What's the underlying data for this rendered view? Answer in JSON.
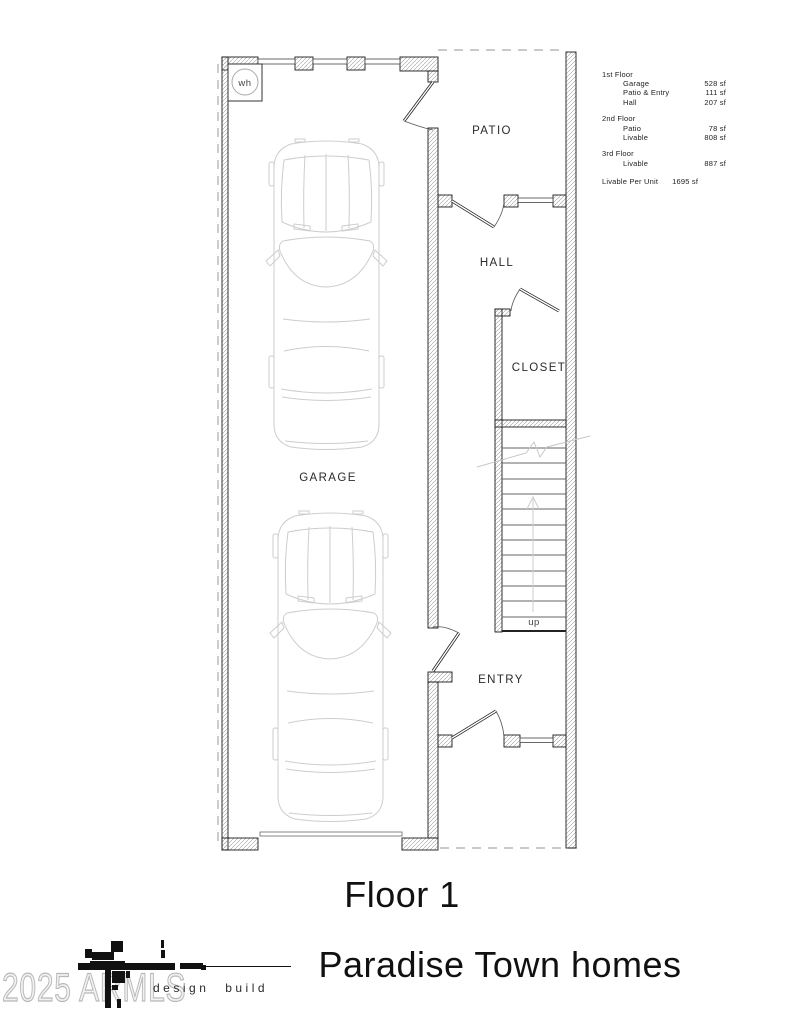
{
  "plan": {
    "rooms": {
      "garage": "GARAGE",
      "patio": "PATIO",
      "hall": "HALL",
      "closet": "CLOSET",
      "entry": "ENTRY"
    },
    "stairs_label": "up",
    "water_heater": "wh"
  },
  "area_summary": {
    "sections": [
      {
        "title": "1st Floor",
        "items": [
          {
            "label": "Garage",
            "value": "528 sf"
          },
          {
            "label": "Patio & Entry",
            "value": "111 sf"
          },
          {
            "label": "Hall",
            "value": "207 sf"
          }
        ]
      },
      {
        "title": "2nd Floor",
        "items": [
          {
            "label": "Patio",
            "value": "78 sf"
          },
          {
            "label": "Livable",
            "value": "808 sf"
          }
        ]
      },
      {
        "title": "3rd Floor",
        "items": [
          {
            "label": "Livable",
            "value": "887 sf"
          }
        ]
      }
    ],
    "total": {
      "label": "Livable Per Unit",
      "value": "1695 sf"
    }
  },
  "titles": {
    "floor": "Floor 1",
    "project": "Paradise Town homes"
  },
  "branding": {
    "tagline": "design build"
  },
  "watermark": "2025 ARMLS",
  "colors": {
    "wall_outline": "#1a1a1a",
    "wall_hatch": "#9a9a9a",
    "car_outline": "#cdcdcd",
    "dashed_line": "#aaaaaa",
    "watermark": "#b8b8b8",
    "logo": "#111111"
  }
}
